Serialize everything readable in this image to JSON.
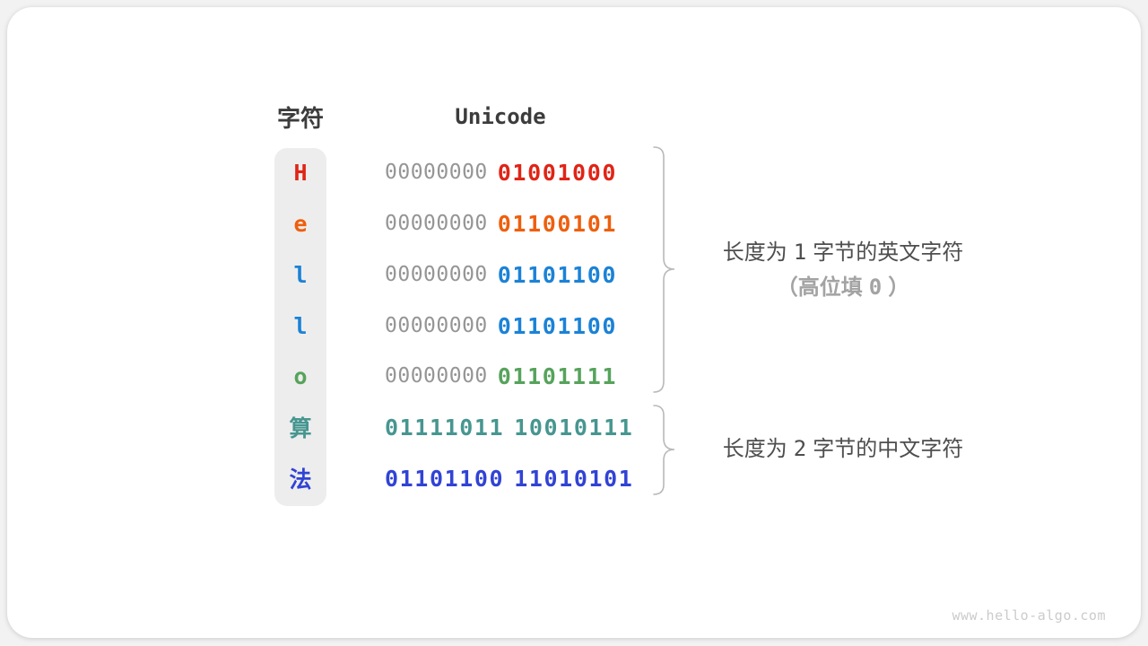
{
  "page": {
    "watermark": "www.hello-algo.com",
    "background_color": "#f2f2f2",
    "card_color": "#ffffff"
  },
  "table": {
    "char_header": "字符",
    "unicode_header": "Unicode",
    "muted_byte_color": "#959595",
    "rows": [
      {
        "char": "H",
        "color": "#e02416",
        "byte1": "00000000",
        "byte2": "01001000"
      },
      {
        "char": "e",
        "color": "#ee5f0d",
        "byte1": "00000000",
        "byte2": "01100101"
      },
      {
        "char": "l",
        "color": "#1b82d6",
        "byte1": "00000000",
        "byte2": "01101100"
      },
      {
        "char": "l",
        "color": "#1b82d6",
        "byte1": "00000000",
        "byte2": "01101100"
      },
      {
        "char": "o",
        "color": "#57a35c",
        "byte1": "00000000",
        "byte2": "01101111"
      },
      {
        "char": "算",
        "color": "#479690",
        "byte1": "01111011",
        "byte2": "10010111"
      },
      {
        "char": "法",
        "color": "#3143d5",
        "byte1": "01101100",
        "byte2": "11010101"
      }
    ]
  },
  "annotations": {
    "group1": {
      "line1": {
        "pre": "长度为",
        "num": "1",
        "post": "字节的英文字符"
      },
      "line2": {
        "pre": "（高位填",
        "num": "0",
        "post": "）"
      }
    },
    "group2": {
      "line1": {
        "pre": "长度为",
        "num": "2",
        "post": "字节的中文字符"
      }
    },
    "brace_color": "#b9b9b9"
  }
}
